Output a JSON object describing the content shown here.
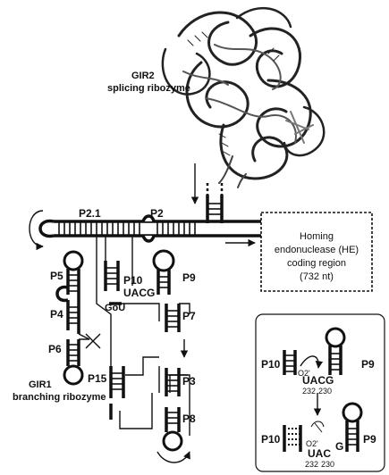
{
  "labels": {
    "gir2_line1": "GIR2",
    "gir2_line2": "splicing ribozyme",
    "gir1_line1": "GIR1",
    "gir1_line2": "branching ribozyme",
    "p21": "P2.1",
    "p2": "P2",
    "p5": "P5",
    "p4": "P4",
    "p6": "P6",
    "p10": "P10",
    "uacg": "UACG",
    "gou": "GoU",
    "p9": "P9",
    "p7": "P7",
    "p15": "P15",
    "p3": "P3",
    "p8": "P8"
  },
  "homing_box": {
    "line1": "Homing",
    "line2": "endonuclease (HE)",
    "line3": "coding region",
    "line4": "(732 nt)"
  },
  "inset": {
    "top_p10": "P10",
    "top_p9": "P9",
    "top_seq": "UACG",
    "top_o2": "O2'",
    "top_num_232": "232",
    "top_num_230": "230",
    "bottom_p10": "P10",
    "bottom_p9": "P9",
    "bottom_seq": "UAC",
    "bottom_g": "G",
    "bottom_o2": "O2'",
    "bottom_num_232": "232",
    "bottom_num_230": "230"
  }
}
